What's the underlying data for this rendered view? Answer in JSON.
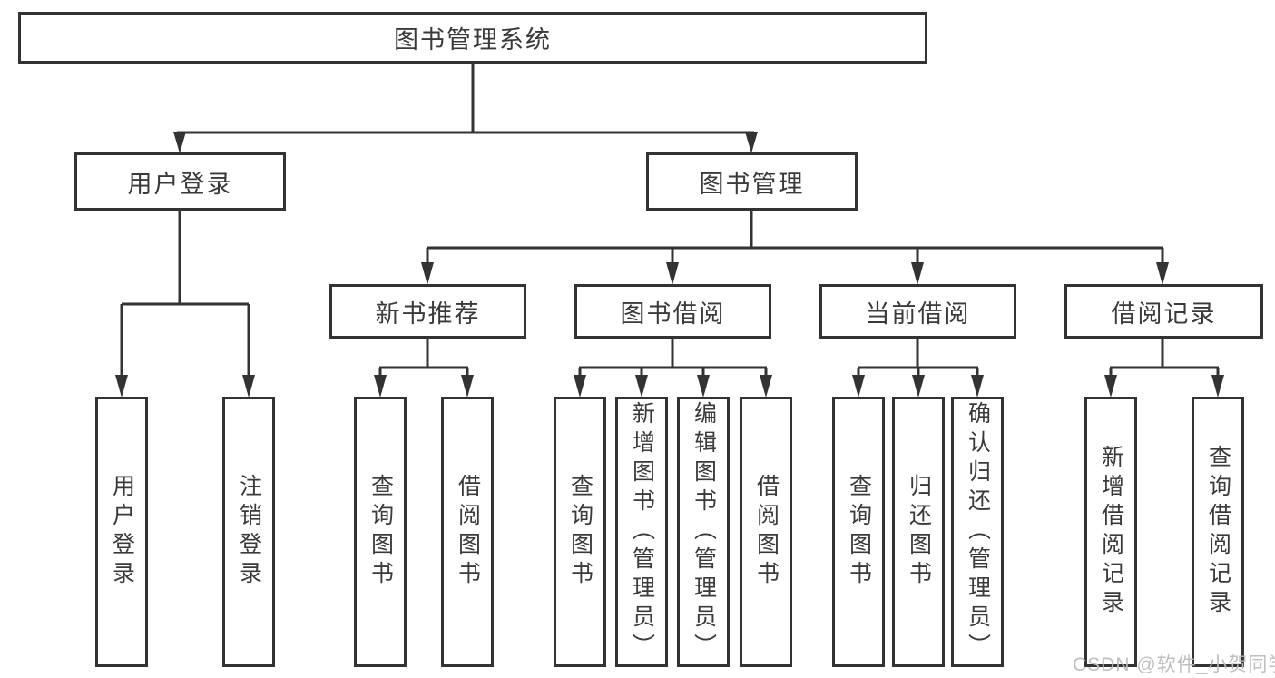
{
  "colors": {
    "background": "#ffffff",
    "box_border": "#333333",
    "connector_line": "#333333",
    "text": "#3a3a3a",
    "watermark": "#bcbcbc"
  },
  "tree": {
    "root": {
      "label": "图书管理系统",
      "children": [
        {
          "label": "用户登录",
          "children": [
            {
              "label": "用户登录"
            },
            {
              "label": "注销登录"
            }
          ]
        },
        {
          "label": "图书管理",
          "children": [
            {
              "label": "新书推荐",
              "children": [
                {
                  "label": "查询图书"
                },
                {
                  "label": "借阅图书"
                }
              ]
            },
            {
              "label": "图书借阅",
              "children": [
                {
                  "label": "查询图书"
                },
                {
                  "label": "新增图书（管理员）"
                },
                {
                  "label": "编辑图书（管理员）"
                },
                {
                  "label": "借阅图书"
                }
              ]
            },
            {
              "label": "当前借阅",
              "children": [
                {
                  "label": "查询图书"
                },
                {
                  "label": "归还图书"
                },
                {
                  "label": "确认归还（管理员）"
                }
              ]
            },
            {
              "label": "借阅记录",
              "children": [
                {
                  "label": "新增借阅记录"
                },
                {
                  "label": "查询借阅记录"
                }
              ]
            }
          ]
        }
      ]
    }
  },
  "watermark": "CSDN @软件_小贺同学"
}
